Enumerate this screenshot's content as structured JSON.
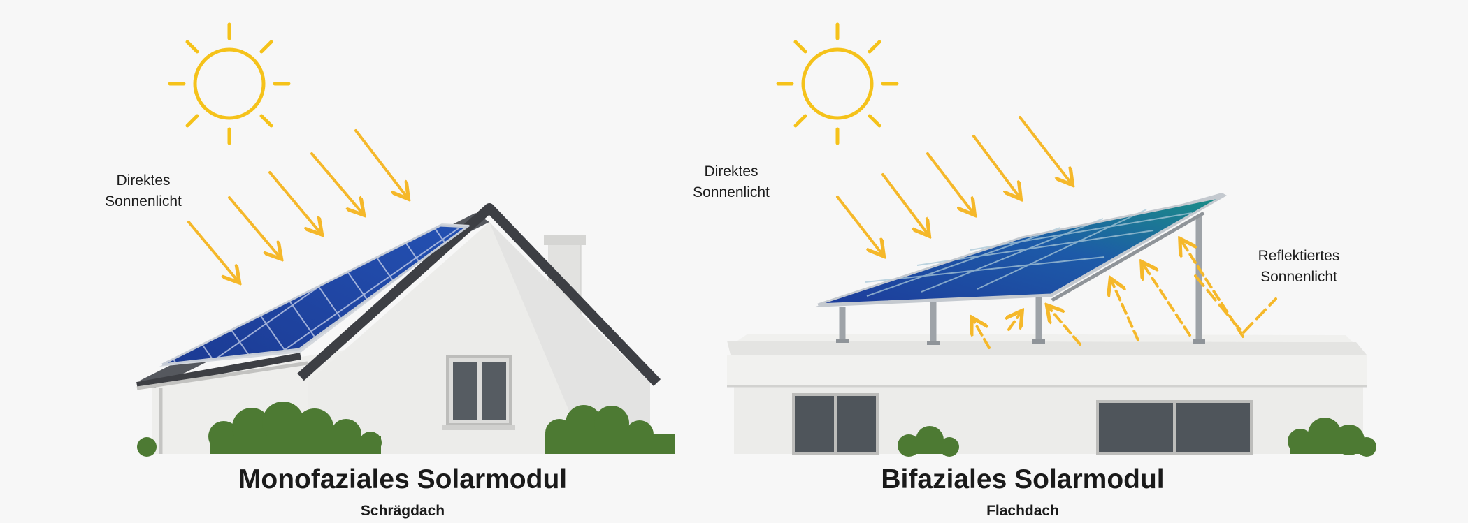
{
  "colors": {
    "sun": "#f5c21a",
    "arrow": "#f5b82a",
    "panel": "#1f3f9a",
    "panel_edge": "#c6ccd6",
    "wall": "#e9e9e7",
    "roof": "#3d3f44",
    "bush": "#4d7a33"
  },
  "left": {
    "label_lines": [
      "Direktes",
      "Sonnenlicht"
    ],
    "title": "Monofaziales Solarmodul",
    "subtitle": "Schrägdach",
    "icons": [
      "sun-icon",
      "direct-light-arrows",
      "house-illustration",
      "solar-panel-illustration"
    ]
  },
  "right": {
    "label_lines": [
      "Direktes",
      "Sonnenlicht"
    ],
    "reflected_label_lines": [
      "Reflektiertes",
      "Sonnenlicht"
    ],
    "title": "Bifaziales Solarmodul",
    "subtitle": "Flachdach",
    "icons": [
      "sun-icon",
      "direct-light-arrows",
      "reflected-light-arrows",
      "flat-roof-building-illustration",
      "bifacial-panel-illustration"
    ]
  }
}
